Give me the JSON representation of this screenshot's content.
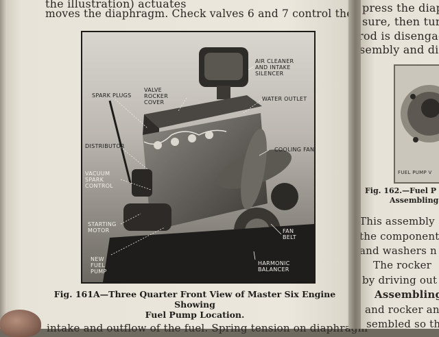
{
  "left_page": {
    "lines": [
      "the illustration) actuates",
      "moves the diaphragm.  Check valves 6 and 7 control the",
      "intake and outflow of the fuel.  Spring tension on diaphragm"
    ],
    "figure": {
      "labels": {
        "air_cleaner": "AIR CLEANER AND INTAKE SILENCER",
        "spark_plugs": "SPARK PLUGS",
        "valve_rocker_cover": "VALVE ROCKER COVER",
        "water_outlet": "WATER OUTLET",
        "distributor": "DISTRIBUTOR",
        "cooling_fan": "COOLING FAN",
        "vacuum_spark_control": "VACUUM SPARK CONTROL",
        "starting_motor": "STARTING MOTOR",
        "fan_belt": "FAN BELT",
        "new_fuel_pump": "NEW FUEL PUMP",
        "harmonic_balancer": "HARMONIC BALANCER"
      },
      "caption_line1": "Fig. 161A—Three Quarter Front View of Master Six Engine Showing",
      "caption_line2": "Fuel Pump Location."
    }
  },
  "right_page": {
    "lines_top": [
      "press the diaph",
      "sure, then tur",
      "rod is disengag",
      "sembly and dis"
    ],
    "inset_label": "FUEL PUMP V",
    "inset_caption_line1": "Fig. 162.—Fuel P",
    "inset_caption_line2": "Assembling",
    "lines_bottom": [
      "This assembly",
      "the component",
      "and washers n",
      "The rocker",
      "by driving out",
      "Assembling",
      "and rocker an",
      "sembled so th"
    ]
  },
  "colors": {
    "paper": "#ebe7dd",
    "ink": "#2a2723",
    "photo_dark": "#2a2825"
  }
}
